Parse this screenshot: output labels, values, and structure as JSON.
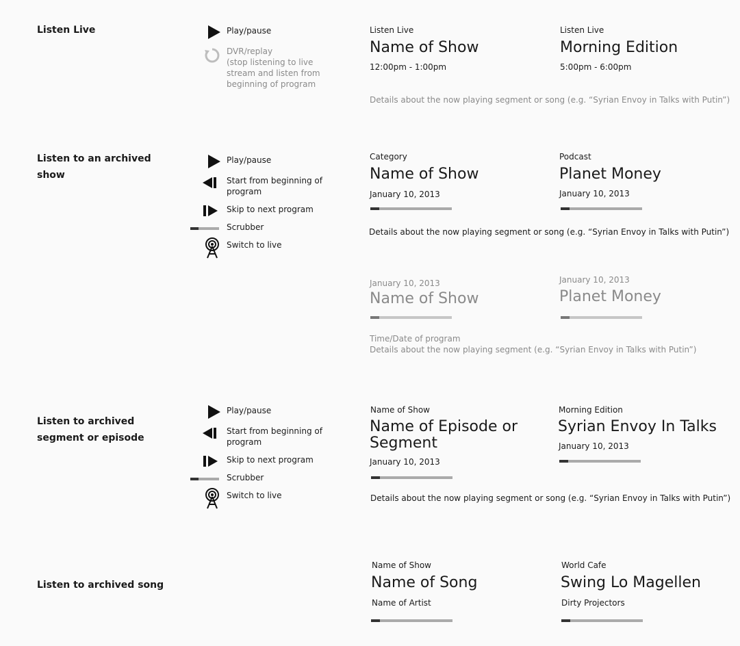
{
  "sections": {
    "live": {
      "title": "Listen Live",
      "controls": {
        "play": "Play/pause",
        "dvr_title": "DVR/replay",
        "dvr_desc": "(stop listening to live stream and listen from beginning of program"
      },
      "card1": {
        "category": "Listen Live",
        "name": "Name of Show",
        "time": "12:00pm - 1:00pm"
      },
      "card2": {
        "category": "Listen Live",
        "name": "Morning Edition",
        "time": "5:00pm - 6:00pm"
      },
      "detail": "Details about the now playing segment or song (e.g. “Syrian Envoy in Talks with Putin”)"
    },
    "archived_show": {
      "title": "Listen to an archived show",
      "controls": {
        "play": "Play/pause",
        "start": "Start from beginning of program",
        "skip": "Skip to next program",
        "scrubber": "Scrubber",
        "switch_live": "Switch to live"
      },
      "card1": {
        "category": "Category",
        "name": "Name of Show",
        "date": "January 10, 2013",
        "progress": 0.11
      },
      "card2": {
        "category": "Podcast",
        "name": "Planet Money",
        "date": "January 10, 2013",
        "progress": 0.11
      },
      "detail": "Details about the now playing segment or song (e.g. “Syrian Envoy in Talks with Putin”)",
      "alt_card1": {
        "date": "January 10, 2013",
        "name": "Name of Show",
        "progress": 0.11
      },
      "alt_card2": {
        "date": "January 10, 2013",
        "name": "Planet Money",
        "progress": 0.11
      },
      "alt_time": "Time/Date of program",
      "alt_detail": "Details about the now playing segment (e.g. “Syrian Envoy in Talks with Putin”)"
    },
    "archived_segment": {
      "title": "Listen to archived segment or episode",
      "controls": {
        "play": "Play/pause",
        "start": "Start from beginning of program",
        "skip": "Skip to next program",
        "scrubber": "Scrubber",
        "switch_live": "Switch to live"
      },
      "card1": {
        "category": "Name of Show",
        "name": "Name of Episode or Segment",
        "date": "January 10, 2013",
        "progress": 0.11
      },
      "card2": {
        "category": "Morning Edition",
        "name": "Syrian Envoy In Talks",
        "date": "January 10, 2013",
        "progress": 0.11
      },
      "detail": "Details about the now playing segment or song (e.g. “Syrian Envoy in Talks with Putin”)"
    },
    "archived_song": {
      "title": "Listen to archived song",
      "card1": {
        "category": "Name of Show",
        "name": "Name of Song",
        "artist": "Name of Artist",
        "progress": 0.11
      },
      "card2": {
        "category": "World Cafe",
        "name": "Swing Lo Magellen",
        "artist": "Dirty Projectors",
        "progress": 0.11
      }
    }
  }
}
